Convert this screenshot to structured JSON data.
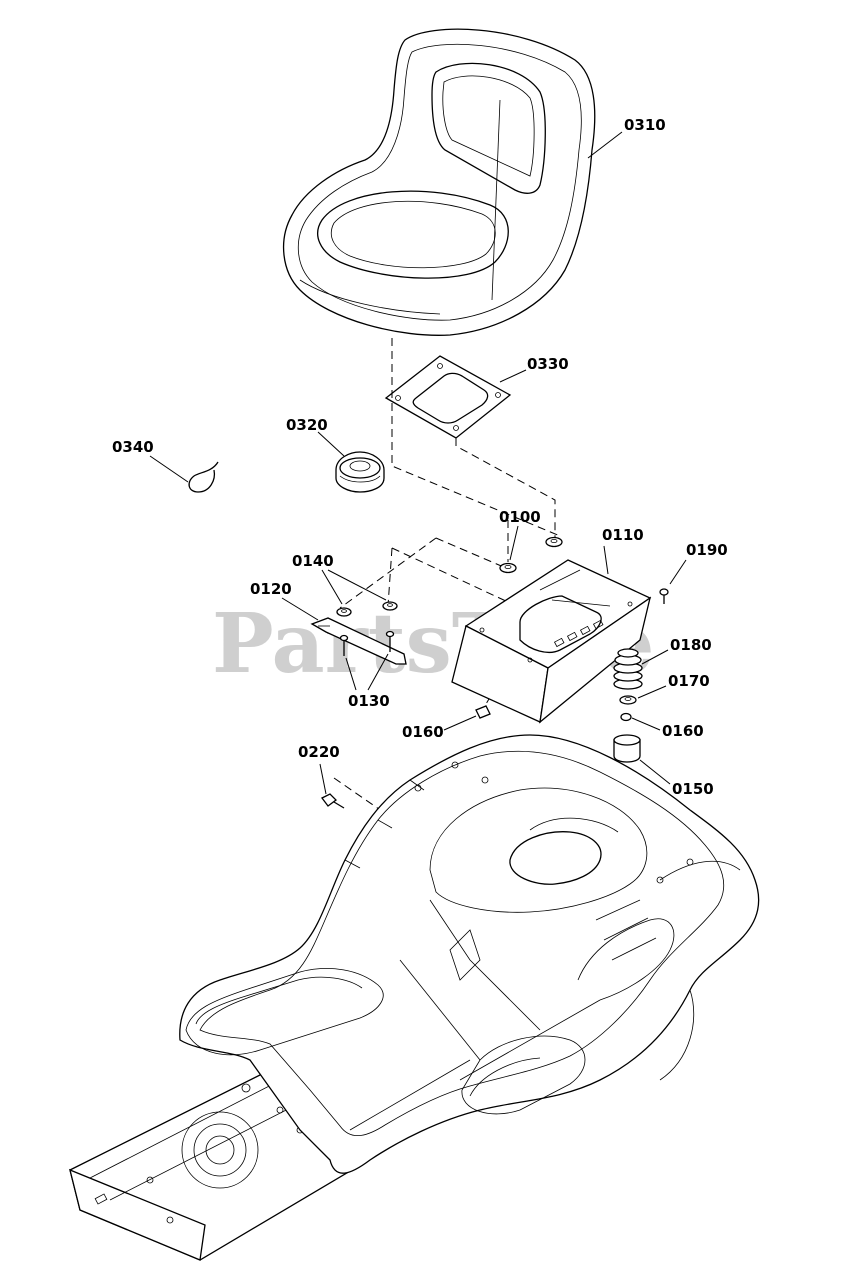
{
  "watermark": "PartsTree",
  "callouts": {
    "seat": "0310",
    "seat_plate": "0330",
    "seat_switch": "0320",
    "cable_tie": "0340",
    "washer_0100": "0100",
    "seat_pan": "0110",
    "screw_0190": "0190",
    "washer_0140": "0140",
    "lever_0120": "0120",
    "spring_0180": "0180",
    "washer_0170": "0170",
    "bolts_0130": "0130",
    "nut_left_0160": "0160",
    "nut_right_0160": "0160",
    "bumper_0150": "0150",
    "bolt_0220": "0220"
  }
}
